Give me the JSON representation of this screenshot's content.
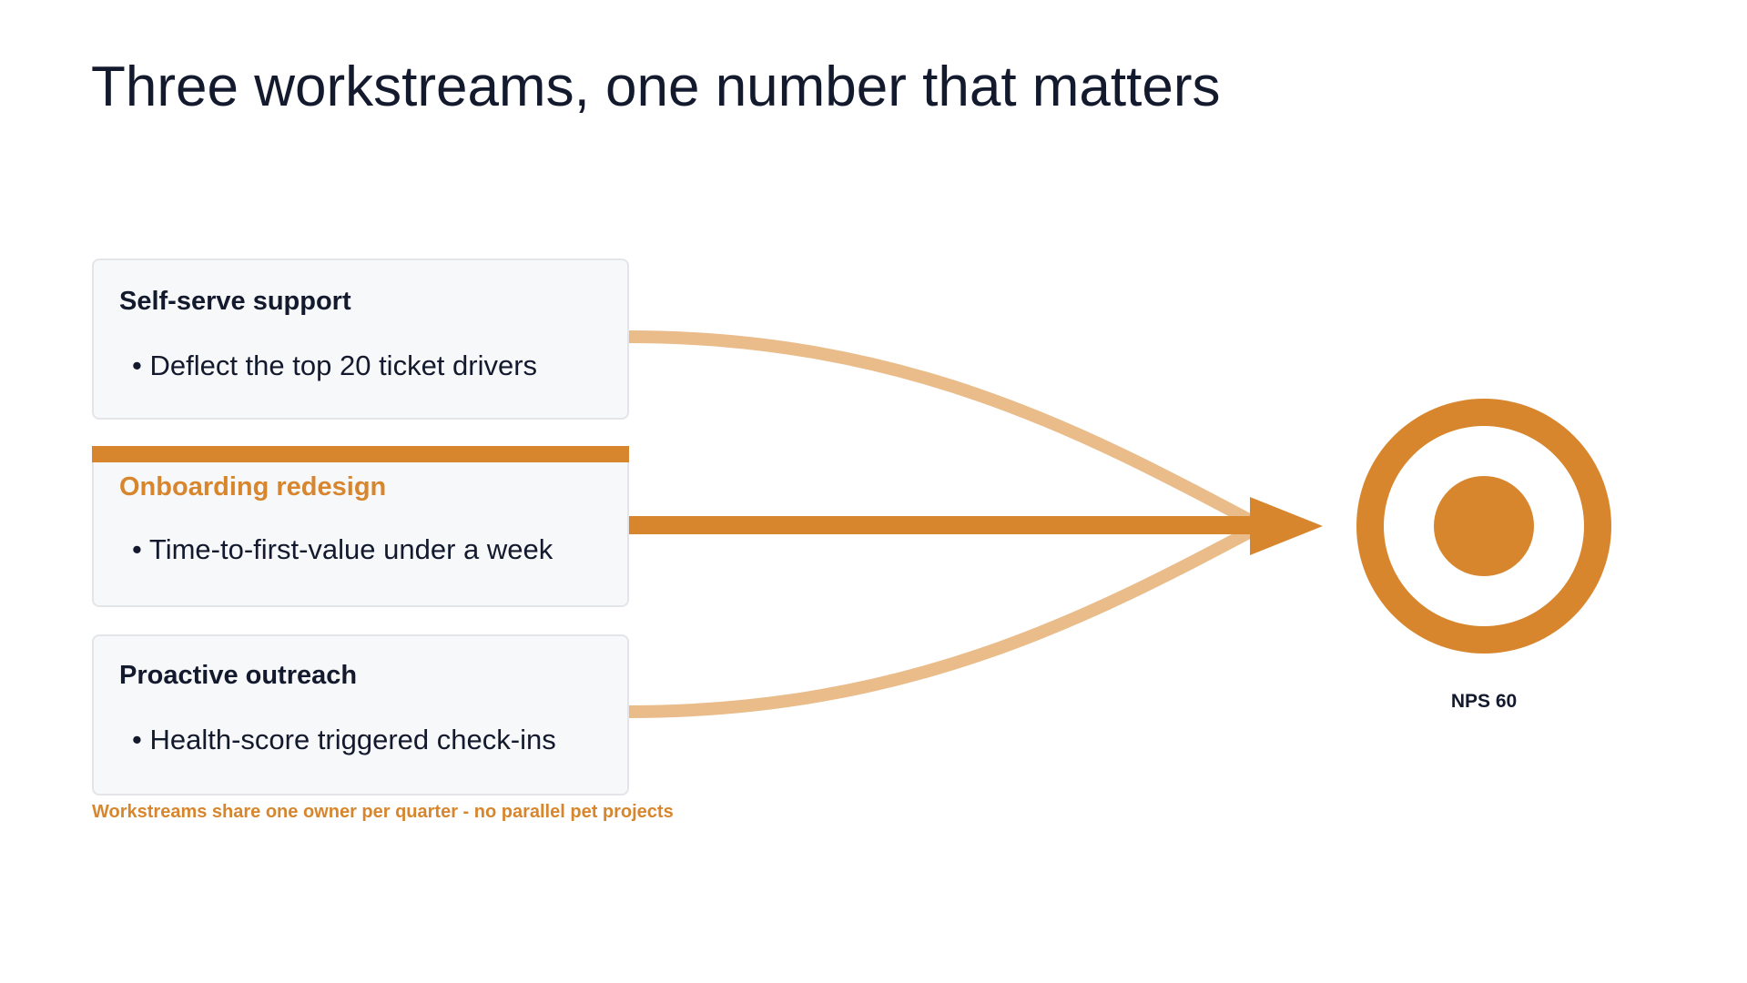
{
  "slide": {
    "title": "Three workstreams, one number that matters",
    "footnote": "Workstreams share one owner per quarter - no parallel pet projects"
  },
  "workstreams": [
    {
      "title": "Self-serve support",
      "bullet": "• Deflect the top 20 ticket drivers",
      "emphasis": false
    },
    {
      "title": "Onboarding redesign",
      "bullet": "• Time-to-first-value under a week",
      "emphasis": true
    },
    {
      "title": "Proactive outreach",
      "bullet": "• Health-score triggered check-ins",
      "emphasis": false
    }
  ],
  "target": {
    "label": "NPS 60",
    "icon": "target-icon"
  },
  "colors": {
    "accent": "#d8862d",
    "accent_light": "#e9bc8a",
    "text": "#141a2e",
    "card_bg": "#f7f8fa",
    "card_border": "#e3e5e9"
  }
}
